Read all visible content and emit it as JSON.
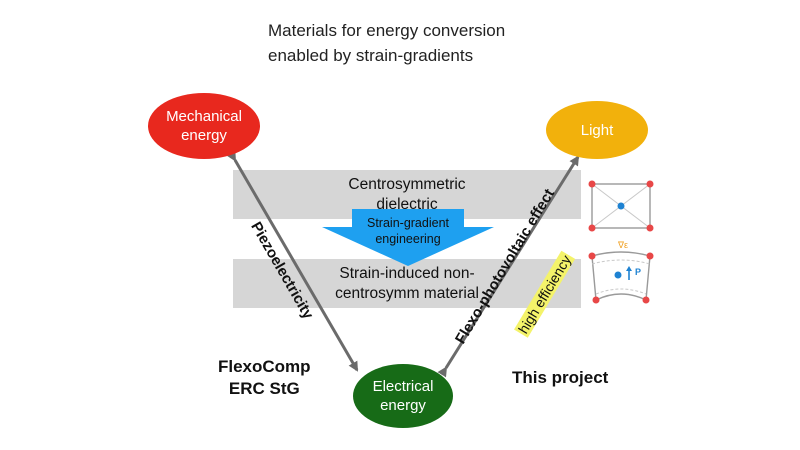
{
  "title": {
    "line1": "Materials for energy conversion",
    "line2": "enabled by strain-gradients"
  },
  "nodes": {
    "mechanical": {
      "line1": "Mechanical",
      "line2": "energy",
      "color": "#e8281e"
    },
    "light": {
      "label": "Light",
      "color": "#f2b10c"
    },
    "electrical": {
      "line1": "Electrical",
      "line2": "energy",
      "color": "#176b17"
    }
  },
  "bands": {
    "top": {
      "line1": "Centrosymmetric",
      "line2": "dielectric"
    },
    "bottom": {
      "line1": "Strain-induced non-",
      "line2": "centrosymm material"
    }
  },
  "center_arrow": {
    "line1": "Strain-gradient",
    "line2": "engineering",
    "color": "#1ea0f0"
  },
  "edges": {
    "left": "Piezoelectricity",
    "right": "Flexo-photovoltaic effect",
    "right_highlight": "high efficiency"
  },
  "labels": {
    "left_project_line1": "FlexoComp",
    "left_project_line2": "ERC StG",
    "right_project": "This project"
  },
  "schematic": {
    "gradient_symbol": "∇ε",
    "polarization_symbol": "P"
  }
}
